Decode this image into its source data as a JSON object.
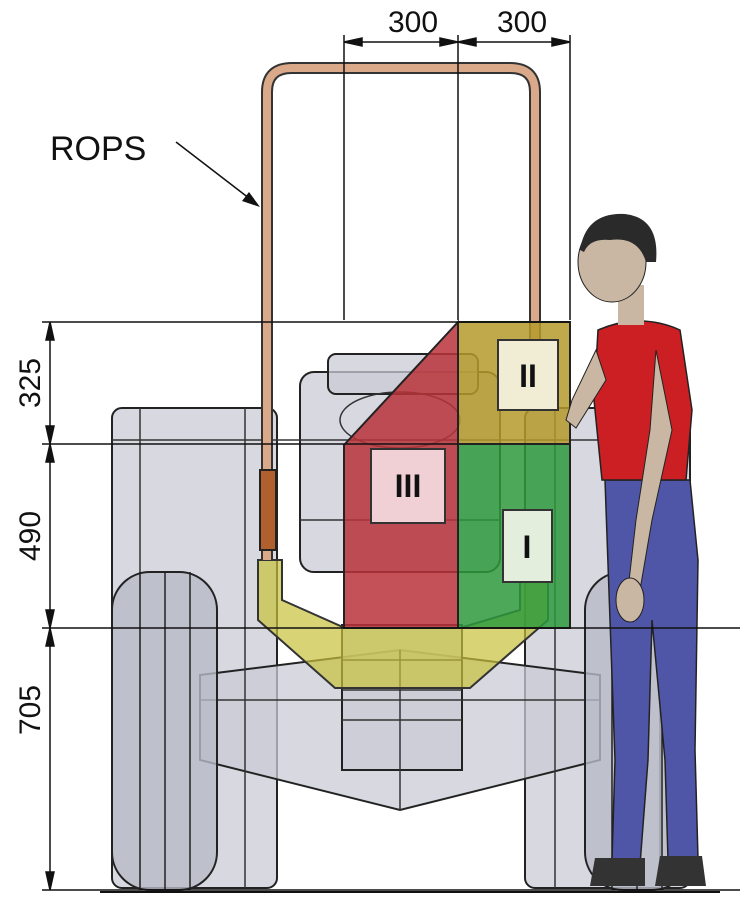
{
  "labels": {
    "rops": "ROPS"
  },
  "dimensions": {
    "horizontal": [
      "300",
      "300"
    ],
    "vertical": [
      "325",
      "490",
      "705"
    ]
  },
  "zones": [
    {
      "id": "I",
      "color": "#2e9a3c"
    },
    {
      "id": "II",
      "color": "#b49a2a"
    },
    {
      "id": "III",
      "color": "#b8323a"
    }
  ],
  "colors": {
    "rops_frame": "#d9a98a",
    "tractor_body": "#c9cbd6",
    "shirt": "#cc1f24",
    "pants": "#4f56a8"
  }
}
